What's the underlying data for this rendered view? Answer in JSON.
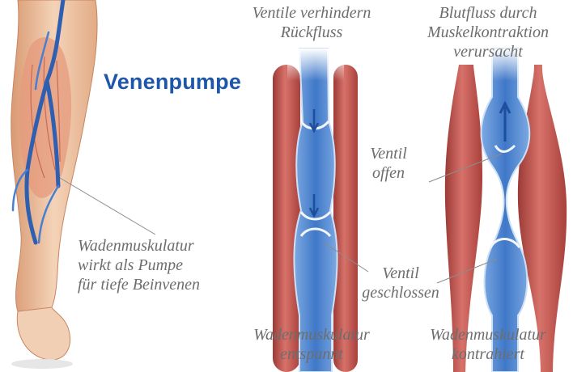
{
  "title": "Venenpumpe",
  "labels": {
    "ventile_verhindern": "Ventile verhindern\nRückfluss",
    "blutfluss": "Blutfluss durch\nMuskelkontraktion\nverursacht",
    "wadenmuskulatur_pumpe": "Wadenmuskulatur\nwirkt als Pumpe\nfür tiefe Beinvenen",
    "ventil_offen": "Ventil\noffen",
    "ventil_geschlossen": "Ventil\ngeschlossen",
    "entspannt": "Wadenmuskulatur\nentspannt",
    "kontrahiert": "Wadenmuskulatur\nkontrahiert"
  },
  "colors": {
    "title": "#1f57a8",
    "label_text": "#6d6d6d",
    "muscle": "#c2544e",
    "vein": "#5b8fd6",
    "skin": "#f0c7a6"
  }
}
